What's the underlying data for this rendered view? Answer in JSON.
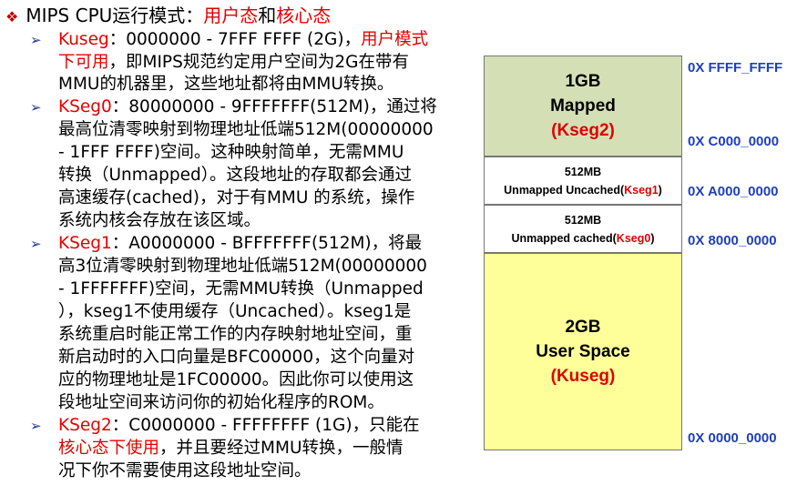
{
  "title": {
    "prefix": "MIPS CPU运行模式：",
    "user_mode": "用户态",
    "and": "和",
    "kernel_mode": "核心态"
  },
  "kuseg": {
    "name": "Kuseg",
    "l1_rest": "：0000000 - 7FFF FFFF (2G)，",
    "l1_red": "用户模式",
    "l2_red": "下可用",
    "l2_rest": "，即MIPS规范约定用户空间为2G在带有",
    "l3": "MMU的机器里，这些地址都将由MMU转换。"
  },
  "kseg0": {
    "name": "KSeg0",
    "l1_rest": "：80000000 - 9FFFFFFF(512M)，通过将",
    "l2": "最高位清零映射到物理地址低端512M(00000000",
    "l3": "- 1FFF FFFF)空间。这种映射简单，无需MMU",
    "l4": "转换（Unmapped）。这段地址的存取都会通过",
    "l5": "高速缓存(cached)，对于有MMU 的系统，操作",
    "l6": "系统内核会存放在该区域。"
  },
  "kseg1": {
    "name": "KSeg1",
    "l1_rest": "：A0000000 - BFFFFFFF(512M)，将最",
    "l2": "高3位清零映射到物理地址低端512M(00000000",
    "l3": "- 1FFFFFFF)空间，无需MMU转换（Unmapped",
    "l4": "），kseg1不使用缓存（Uncached）。kseg1是",
    "l5": "系统重启时能正常工作的内存映射地址空间，重",
    "l6": "新启动时的入口向量是BFC00000，这个向量对",
    "l7": "应的物理地址是1FC00000。因此你可以使用这",
    "l8": "段地址空间来访问你的初始化程序的ROM。"
  },
  "kseg2": {
    "name": "KSeg2",
    "l1_rest": "：C0000000 - FFFFFFFF (1G)，只能在",
    "l2_red": "核心态下使用",
    "l2_rest": "，并且要经过MMU转换，一般情",
    "l3": "况下你不需要使用这段地址空间。"
  },
  "diagram": {
    "seg2": {
      "size": "1GB",
      "label": "Mapped",
      "name": "(Kseg2)"
    },
    "seg1": {
      "size": "512MB",
      "label": "Unmapped Uncached(",
      "name": "Kseg1",
      "close": ")"
    },
    "seg0": {
      "size": "512MB",
      "label": "Unmapped cached(",
      "name": "Kseg0",
      "close": ")"
    },
    "user": {
      "size": "2GB",
      "label": "User Space",
      "name": "(Kuseg)"
    },
    "addresses": {
      "top": "0X FFFF_FFFF",
      "c000": "0X C000_0000",
      "a000": "0X A000_0000",
      "8000": "0X 8000_0000",
      "zero": "0X 0000_0000"
    }
  },
  "colors": {
    "accent_red": "#e60000",
    "address_blue": "#1f3fbf",
    "mapped_fill": "#d5dfb6",
    "user_fill": "#ffff99"
  },
  "icons": {
    "bullet": "diamond-bullet-icon",
    "item": "arrow-bullet-icon"
  }
}
